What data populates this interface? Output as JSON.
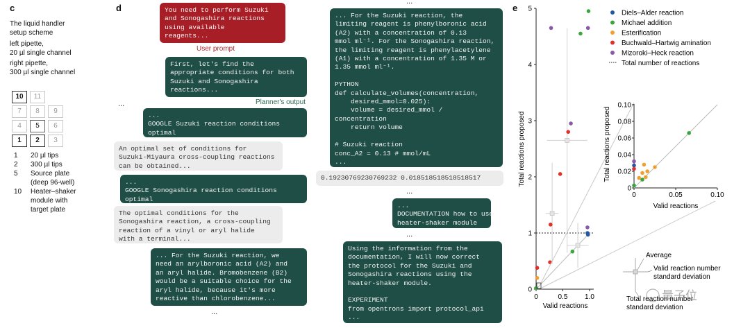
{
  "panel_c": {
    "letter": "c",
    "title_lines": [
      "The liquid handler",
      "setup scheme"
    ],
    "left_pipette_lines": [
      "left pipette,",
      "20 µl single channel"
    ],
    "right_pipette_lines": [
      "right pipette,",
      "300 µl single channel"
    ],
    "grid": [
      {
        "label": "10",
        "active": true
      },
      {
        "label": "11",
        "active": false
      },
      {
        "label": "7",
        "active": false
      },
      {
        "label": "8",
        "active": false
      },
      {
        "label": "9",
        "active": false
      },
      {
        "label": "4",
        "active": false
      },
      {
        "label": "5",
        "active": true
      },
      {
        "label": "6",
        "active": false
      },
      {
        "label": "1",
        "active": true
      },
      {
        "label": "2",
        "active": true
      },
      {
        "label": "3",
        "active": false
      }
    ],
    "legend": [
      {
        "num": "1",
        "lines": [
          "20 µl tips"
        ]
      },
      {
        "num": "2",
        "lines": [
          "300 µl tips"
        ]
      },
      {
        "num": "5",
        "lines": [
          "Source plate",
          "(deep 96-well)"
        ]
      },
      {
        "num": "10",
        "lines": [
          "Heater–shaker",
          "module with",
          "target plate"
        ]
      }
    ]
  },
  "panel_d": {
    "letter": "d",
    "user_prompt": "You need to perform Suzuki\nand Sonogashira reactions\nusing available\nreagents...",
    "user_prompt_caption": "User prompt",
    "planner_1": "First, let's find the\nappropriate conditions for both\nSuzuki and Sonogashira\nreactions...",
    "planner_caption": "Planner's output",
    "google_1": "...\nGOOGLE Suzuki reaction conditions\noptimal",
    "result_1": "An optimal set of conditions for\nSuzuki-Miyaura cross-coupling reactions\ncan be obtained...",
    "google_2": "...\nGOOGLE Sonogashira reaction conditions\noptimal",
    "result_2": "The optimal conditions for the\nSonogashira reaction, a cross-coupling\nreaction of a vinyl or aryl halide\nwith a terminal...",
    "planner_2": "... For the Suzuki reaction, we\nneed an arylboronic acid (A2) and\nan aryl halide. Bromobenzene (B2)\nwould be a suitable choice for the\naryl halide, because it's more\nreactive than chlorobenzene...",
    "python_block": "... For the Suzuki reaction, the\nlimiting reagent is phenylboronic acid\n(A2) with a concentration of 0.13\nmmol ml⁻¹. For the Sonogashira reaction,\nthe limiting reagent is phenylacetylene\n(A1) with a concentration of 1.35 M or\n1.35 mmol ml⁻¹.\n\nPYTHON\ndef calculate_volumes(concentration,\n    desired_mmol=0.025):\n    volume = desired_mmol /\nconcentration\n    return volume\n\n# Suzuki reaction\nconc_A2 = 0.13 # mmol/mL\n...",
    "python_output": "0.19230769230769232 0.018518518518518517",
    "documentation": "...\nDOCUMENTATION how to use\nheater-shaker module",
    "final_block": "Using the information from the\ndocumentation, I will now correct\nthe protocol for the Suzuki and\nSonogashira reactions using the\nheater-shaker module.\n\nEXPERIMENT\nfrom opentrons import protocol_api\n...",
    "ellipsis": "..."
  },
  "panel_e": {
    "letter": "e",
    "legend": [
      {
        "name": "Diels–Alder reaction",
        "color": "#2456a6"
      },
      {
        "name": "Michael addition",
        "color": "#3aa53a"
      },
      {
        "name": "Esterification",
        "color": "#f0a030"
      },
      {
        "name": "Buchwald–Hartwig amination",
        "color": "#e0302a"
      },
      {
        "name": "Mizoroki–Heck reaction",
        "color": "#8a5aa8"
      }
    ],
    "total_label": "Total number of reactions",
    "average_label": "Average",
    "error_label_1": "Valid reaction number",
    "error_label_2": "standard deviation",
    "error_label_3": "Total reaction number",
    "error_label_4": "standard deviation",
    "watermark": "量子位"
  },
  "chart_data": [
    {
      "type": "scatter",
      "xlabel": "Valid reactions",
      "ylabel": "Total reactions proposed",
      "xlim": [
        0,
        1.0
      ],
      "ylim": [
        0,
        5
      ],
      "xticks": [
        "0",
        "0.5",
        "1.0"
      ],
      "yticks": [
        "0",
        "1",
        "2",
        "3",
        "4",
        "5"
      ],
      "series": [
        {
          "name": "Diels–Alder reaction",
          "color": "#2456a6",
          "points": [
            [
              0.96,
              1.0
            ],
            [
              0.97,
              0.97
            ]
          ]
        },
        {
          "name": "Michael addition",
          "color": "#3aa53a",
          "points": [
            [
              0.83,
              4.55
            ],
            [
              0.98,
              4.95
            ],
            [
              0.68,
              0.67
            ],
            [
              0.0,
              0.02
            ]
          ]
        },
        {
          "name": "Esterification",
          "color": "#f0a030",
          "points": [
            [
              0.02,
              0.2
            ]
          ]
        },
        {
          "name": "Buchwald–Hartwig amination",
          "color": "#e0302a",
          "points": [
            [
              0.6,
              2.8
            ],
            [
              0.45,
              2.05
            ],
            [
              0.27,
              1.15
            ],
            [
              0.26,
              0.48
            ],
            [
              0.02,
              0.38
            ]
          ]
        },
        {
          "name": "Mizoroki–Heck reaction",
          "color": "#8a5aa8",
          "points": [
            [
              0.28,
              4.65
            ],
            [
              0.65,
              2.95
            ],
            [
              0.96,
              1.1
            ],
            [
              0.97,
              4.65
            ]
          ]
        }
      ],
      "reference_line": {
        "label": "Total number of reactions",
        "y": 1
      },
      "averages": [
        {
          "x": 0.58,
          "y": 2.65,
          "xerr": 0.38,
          "yerr": 2.0
        },
        {
          "x": 0.3,
          "y": 1.35,
          "xerr": 0.12,
          "yerr": 0.9
        },
        {
          "x": 0.78,
          "y": 0.78,
          "xerr": 0.2,
          "yerr": 0.4
        }
      ]
    },
    {
      "type": "scatter",
      "xlabel": "Valid reactions",
      "ylabel": "Total reactions proposed",
      "xlim": [
        0,
        0.1
      ],
      "ylim": [
        0,
        0.1
      ],
      "xticks": [
        "0",
        "0.05",
        "0.10"
      ],
      "yticks": [
        "0",
        "0.02",
        "0.04",
        "0.06",
        "0.08",
        "0.10"
      ],
      "series": [
        {
          "name": "Diels–Alder reaction",
          "color": "#2456a6",
          "points": [
            [
              0.0,
              0.027
            ]
          ]
        },
        {
          "name": "Michael addition",
          "color": "#3aa53a",
          "points": [
            [
              0.066,
              0.066
            ],
            [
              0.01,
              0.01
            ],
            [
              0.0,
              0.003
            ]
          ]
        },
        {
          "name": "Esterification",
          "color": "#f0a030",
          "points": [
            [
              0.025,
              0.025
            ],
            [
              0.012,
              0.028
            ],
            [
              0.016,
              0.02
            ],
            [
              0.01,
              0.018
            ],
            [
              0.006,
              0.012
            ],
            [
              0.014,
              0.013
            ]
          ]
        },
        {
          "name": "Buchwald–Hartwig amination",
          "color": "#e0302a",
          "points": [
            [
              0.0,
              0.023
            ]
          ]
        },
        {
          "name": "Mizoroki–Heck reaction",
          "color": "#8a5aa8",
          "points": [
            [
              0.0,
              0.032
            ]
          ]
        }
      ]
    }
  ]
}
